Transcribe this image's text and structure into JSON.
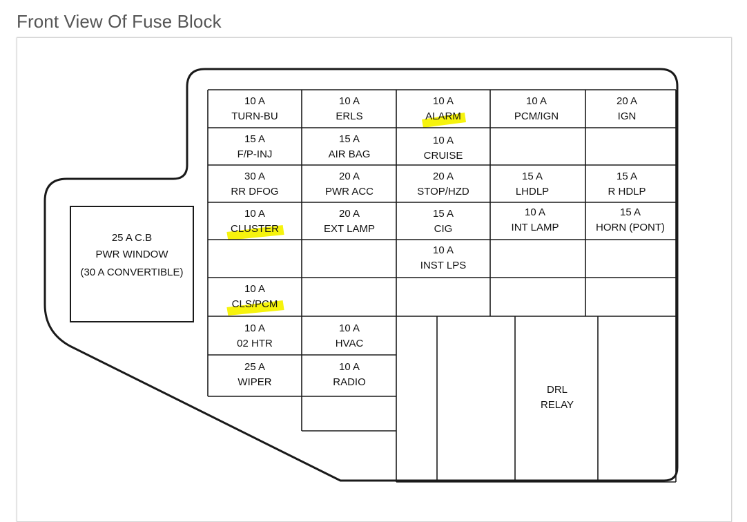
{
  "title": "Front View Of Fuse Block",
  "highlight_color": "#f5f200",
  "circuit_breaker": {
    "line1": "25 A C.B",
    "line2": "PWR WINDOW",
    "line3": "(30 A CONVERTIBLE)"
  },
  "relay": {
    "line1": "DRL",
    "line2": "RELAY"
  },
  "fuses": [
    {
      "id": "turn-bu",
      "amp": "10 A",
      "name": "TURN-BU",
      "highlighted": false
    },
    {
      "id": "erls",
      "amp": "10 A",
      "name": "ERLS",
      "highlighted": false
    },
    {
      "id": "alarm",
      "amp": "10 A",
      "name": "ALARM",
      "highlighted": true
    },
    {
      "id": "pcm-ign",
      "amp": "10 A",
      "name": "PCM/IGN",
      "highlighted": false
    },
    {
      "id": "ign",
      "amp": "20 A",
      "name": "IGN",
      "highlighted": false
    },
    {
      "id": "f-p-inj",
      "amp": "15 A",
      "name": "F/P-INJ",
      "highlighted": false
    },
    {
      "id": "air-bag",
      "amp": "15 A",
      "name": "AIR BAG",
      "highlighted": false
    },
    {
      "id": "cruise",
      "amp": "10 A",
      "name": "CRUISE",
      "highlighted": false
    },
    {
      "id": "rr-dfog",
      "amp": "30 A",
      "name": "RR DFOG",
      "highlighted": false
    },
    {
      "id": "pwr-acc",
      "amp": "20 A",
      "name": "PWR ACC",
      "highlighted": false
    },
    {
      "id": "stop-hzd",
      "amp": "20 A",
      "name": "STOP/HZD",
      "highlighted": false
    },
    {
      "id": "lhdlp",
      "amp": "15 A",
      "name": "LHDLP",
      "highlighted": false
    },
    {
      "id": "r-hdlp",
      "amp": "15 A",
      "name": "R HDLP",
      "highlighted": false
    },
    {
      "id": "cluster",
      "amp": "10 A",
      "name": "CLUSTER",
      "highlighted": true
    },
    {
      "id": "ext-lamp",
      "amp": "20 A",
      "name": "EXT LAMP",
      "highlighted": false
    },
    {
      "id": "cig",
      "amp": "15 A",
      "name": "CIG",
      "highlighted": false
    },
    {
      "id": "int-lamp",
      "amp": "10 A",
      "name": "INT LAMP",
      "highlighted": false
    },
    {
      "id": "horn-pont",
      "amp": "15 A",
      "name": "HORN (PONT)",
      "highlighted": false
    },
    {
      "id": "inst-lps",
      "amp": "10 A",
      "name": "INST LPS",
      "highlighted": false
    },
    {
      "id": "cls-pcm",
      "amp": "10 A",
      "name": "CLS/PCM",
      "highlighted": true
    },
    {
      "id": "o2-htr",
      "amp": "10 A",
      "name": "02 HTR",
      "highlighted": false
    },
    {
      "id": "hvac",
      "amp": "10 A",
      "name": "HVAC",
      "highlighted": false
    },
    {
      "id": "wiper",
      "amp": "25 A",
      "name": "WIPER",
      "highlighted": false
    },
    {
      "id": "radio",
      "amp": "10 A",
      "name": "RADIO",
      "highlighted": false
    }
  ]
}
